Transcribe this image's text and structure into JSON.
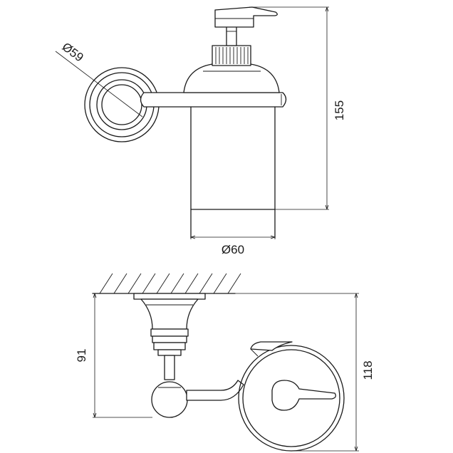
{
  "diagram": {
    "dimensions": {
      "rosette_diameter": "Ø59",
      "bottle_diameter": "Ø60",
      "total_height": "155",
      "projection_wall": "91",
      "projection_total": "118"
    },
    "colors": {
      "line": "#1a1a1a",
      "background": "#ffffff"
    }
  }
}
